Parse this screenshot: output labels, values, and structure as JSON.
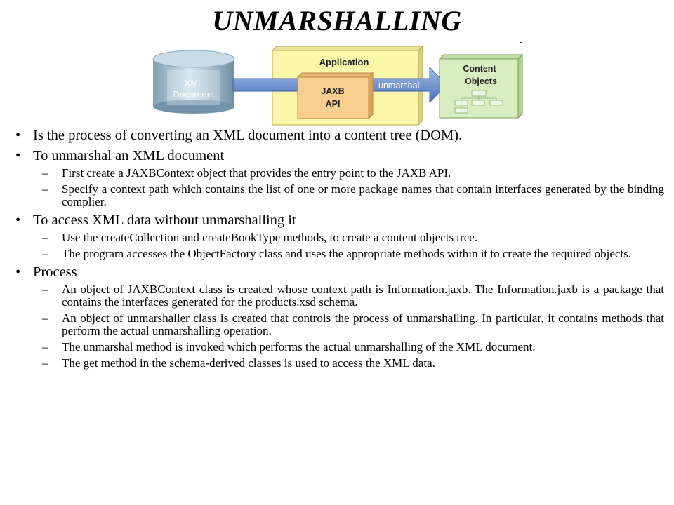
{
  "slide": {
    "title": "UNMARSHALLING"
  },
  "diagram": {
    "xml_document": [
      "XML",
      "Document"
    ],
    "application_label": "Application",
    "jaxb_api": [
      "JAXB",
      "API"
    ],
    "arrow_label": "unmarshal",
    "content_objects": [
      "Content",
      "Objects"
    ],
    "colors": {
      "cylinder": "#b8cdd9",
      "application": "#fbf7a8",
      "jaxb_box": "#f9cf8f",
      "content_box": "#d8eec0",
      "arrow": "#6b8fcf"
    }
  },
  "bullets": [
    {
      "text": "Is the process of converting an XML document into a content tree (DOM).",
      "subs": []
    },
    {
      "text": "To unmarshal an XML document",
      "subs": [
        "First create a JAXBContext object that provides the entry point to the JAXB API.",
        "Specify a context path which contains the list of one or more package names that contain interfaces generated by the binding complier."
      ]
    },
    {
      "text": "To access XML data without unmarshalling it",
      "subs": [
        "Use the createCollection and createBookType methods, to create a content objects tree.",
        "The program accesses the ObjectFactory class and uses the appropriate methods within it to create the required objects."
      ]
    },
    {
      "text": "Process",
      "subs": [
        "An object of JAXBContext class is created whose context path is Information.jaxb. The Information.jaxb is a package that contains the interfaces generated for the products.xsd schema.",
        "An object of unmarshaller class is created that controls the process of unmarshalling. In particular, it contains methods that perform the actual unmarshalling operation.",
        "The unmarshal method is invoked which performs the actual unmarshalling of the XML document.",
        "The get method in the schema-derived classes is used to access the XML data."
      ]
    }
  ]
}
